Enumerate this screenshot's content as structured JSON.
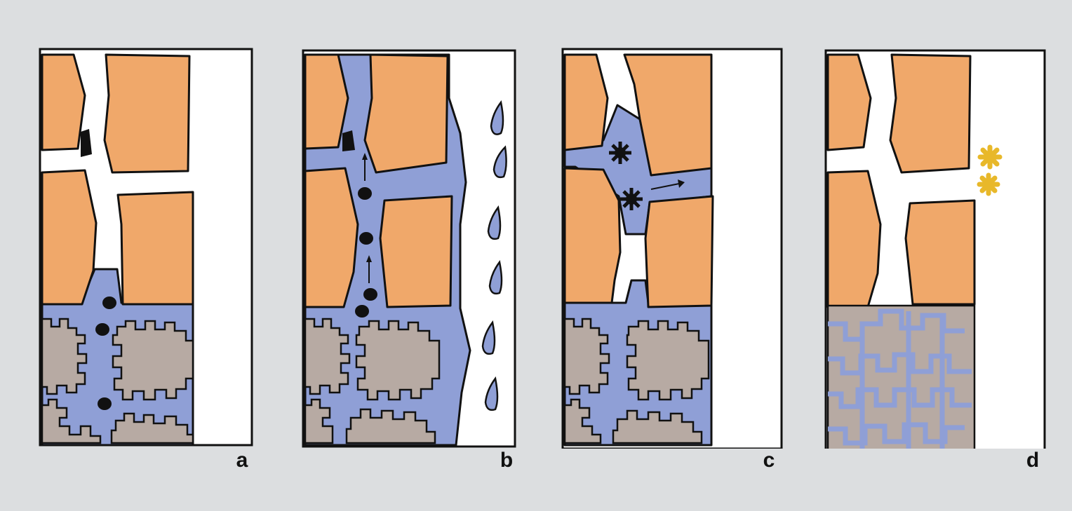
{
  "panels": [
    {
      "id": "a",
      "label": "a"
    },
    {
      "id": "b",
      "label": "b"
    },
    {
      "id": "c",
      "label": "c"
    },
    {
      "id": "d",
      "label": "d"
    }
  ],
  "colors": {
    "background": "#dcdee0",
    "block": "#f0a86a",
    "water": "#8f9fd6",
    "particle_matrix": "#b7aaa3",
    "efflorescence": "#e8b82a"
  }
}
